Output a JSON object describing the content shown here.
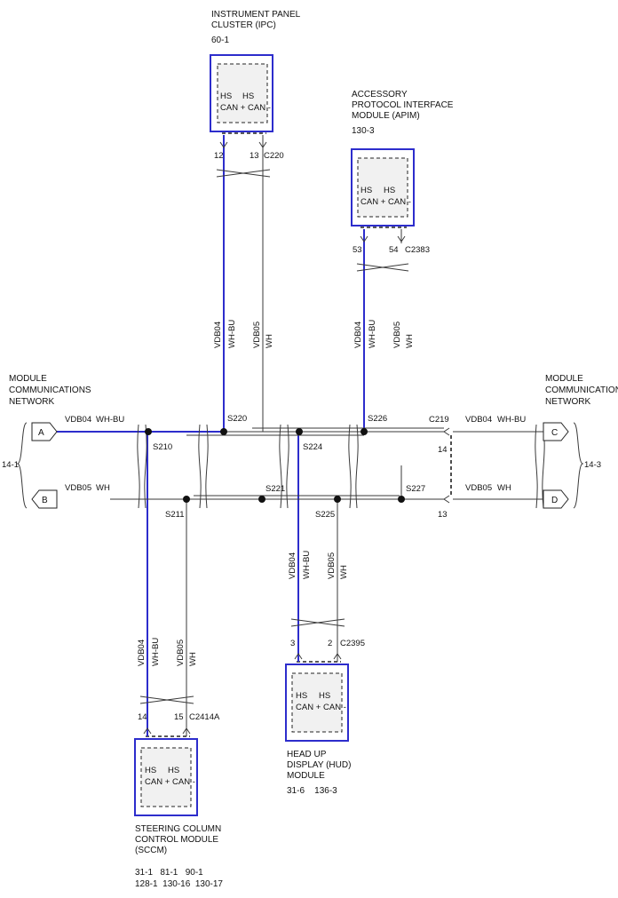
{
  "modules": {
    "ipc": {
      "name_lines": [
        "INSTRUMENT PANEL",
        "CLUSTER (IPC)"
      ],
      "ref_lines": [
        "60-1"
      ],
      "pin_a": "12",
      "pin_b": "13",
      "connector": "C220"
    },
    "apim": {
      "name_lines": [
        "ACCESSORY",
        "PROTOCOL INTERFACE",
        "MODULE (APIM)"
      ],
      "ref_lines": [
        "130-3"
      ],
      "pin_a": "53",
      "pin_b": "54",
      "connector": "C2383"
    },
    "hud": {
      "name_lines": [
        "HEAD UP",
        "DISPLAY (HUD)",
        "MODULE"
      ],
      "ref_lines": [
        "31-6    136-3"
      ],
      "pin_a": "3",
      "pin_b": "2",
      "connector": "C2395"
    },
    "sccm": {
      "name_lines": [
        "STEERING COLUMN",
        "CONTROL MODULE",
        "(SCCM)"
      ],
      "ref_lines": [
        "31-1   81-1   90-1",
        "128-1  130-16  130-17"
      ],
      "pin_a": "14",
      "pin_b": "15",
      "connector": "C2414A"
    }
  },
  "pins": {
    "hs_label": "HS",
    "can_plus": "CAN +",
    "can_minus": "CAN -"
  },
  "wires": {
    "vdb04": "VDB04",
    "vdb05": "VDB05",
    "wh_bu": "WH-BU",
    "wh": "WH"
  },
  "splices": [
    "S210",
    "S211",
    "S220",
    "S221",
    "S224",
    "S225",
    "S226",
    "S227"
  ],
  "connectors": {
    "c219": "C219",
    "c219_pin_top": "14",
    "c219_pin_bottom": "13"
  },
  "network": {
    "left_title": [
      "MODULE",
      "COMMUNICATIONS",
      "NETWORK"
    ],
    "right_title": [
      "MODULE",
      "COMMUNICATIONS",
      "NETWORK"
    ],
    "left_page": "14-1",
    "right_page": "14-3",
    "flags": {
      "a": "A",
      "b": "B",
      "c": "C",
      "d": "D"
    }
  }
}
